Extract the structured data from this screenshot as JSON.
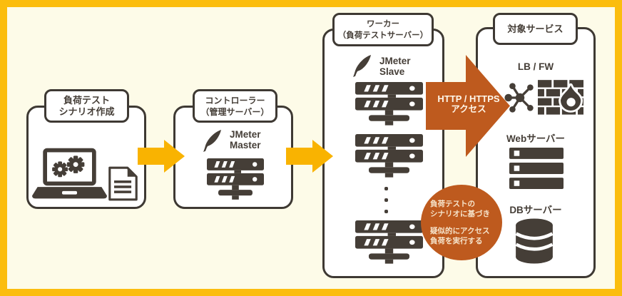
{
  "diagram": {
    "scenario_box": {
      "title_line1": "負荷テスト",
      "title_line2": "シナリオ作成"
    },
    "controller_box": {
      "title_line1": "コントローラー",
      "title_line2": "（管理サーバー）",
      "software_line1": "JMeter",
      "software_line2": "Master"
    },
    "worker_box": {
      "title_line1": "ワーカー",
      "title_line2": "（負荷テストサーバー）",
      "software_line1": "JMeter",
      "software_line2": "Slave"
    },
    "target_box": {
      "title": "対象サービス",
      "lb_fw_label": "LB / FW",
      "web_server_label": "Webサーバー",
      "db_server_label": "DBサーバー"
    },
    "http_arrow": {
      "line1": "HTTP / HTTPS",
      "line2": "アクセス"
    },
    "note_bubble": {
      "line1": "負荷テストの",
      "line2": "シナリオに基づき",
      "line3": "疑似的にアクセス",
      "line4": "負荷を実行する"
    },
    "colors": {
      "frame_yellow": "#FBBD0E",
      "background_cream": "#FDFBE8",
      "flow_arrow_yellow": "#F9B301",
      "http_arrow_orange": "#BE5A1E",
      "outline_dark": "#3E3933",
      "icon_dark": "#453E37"
    }
  }
}
